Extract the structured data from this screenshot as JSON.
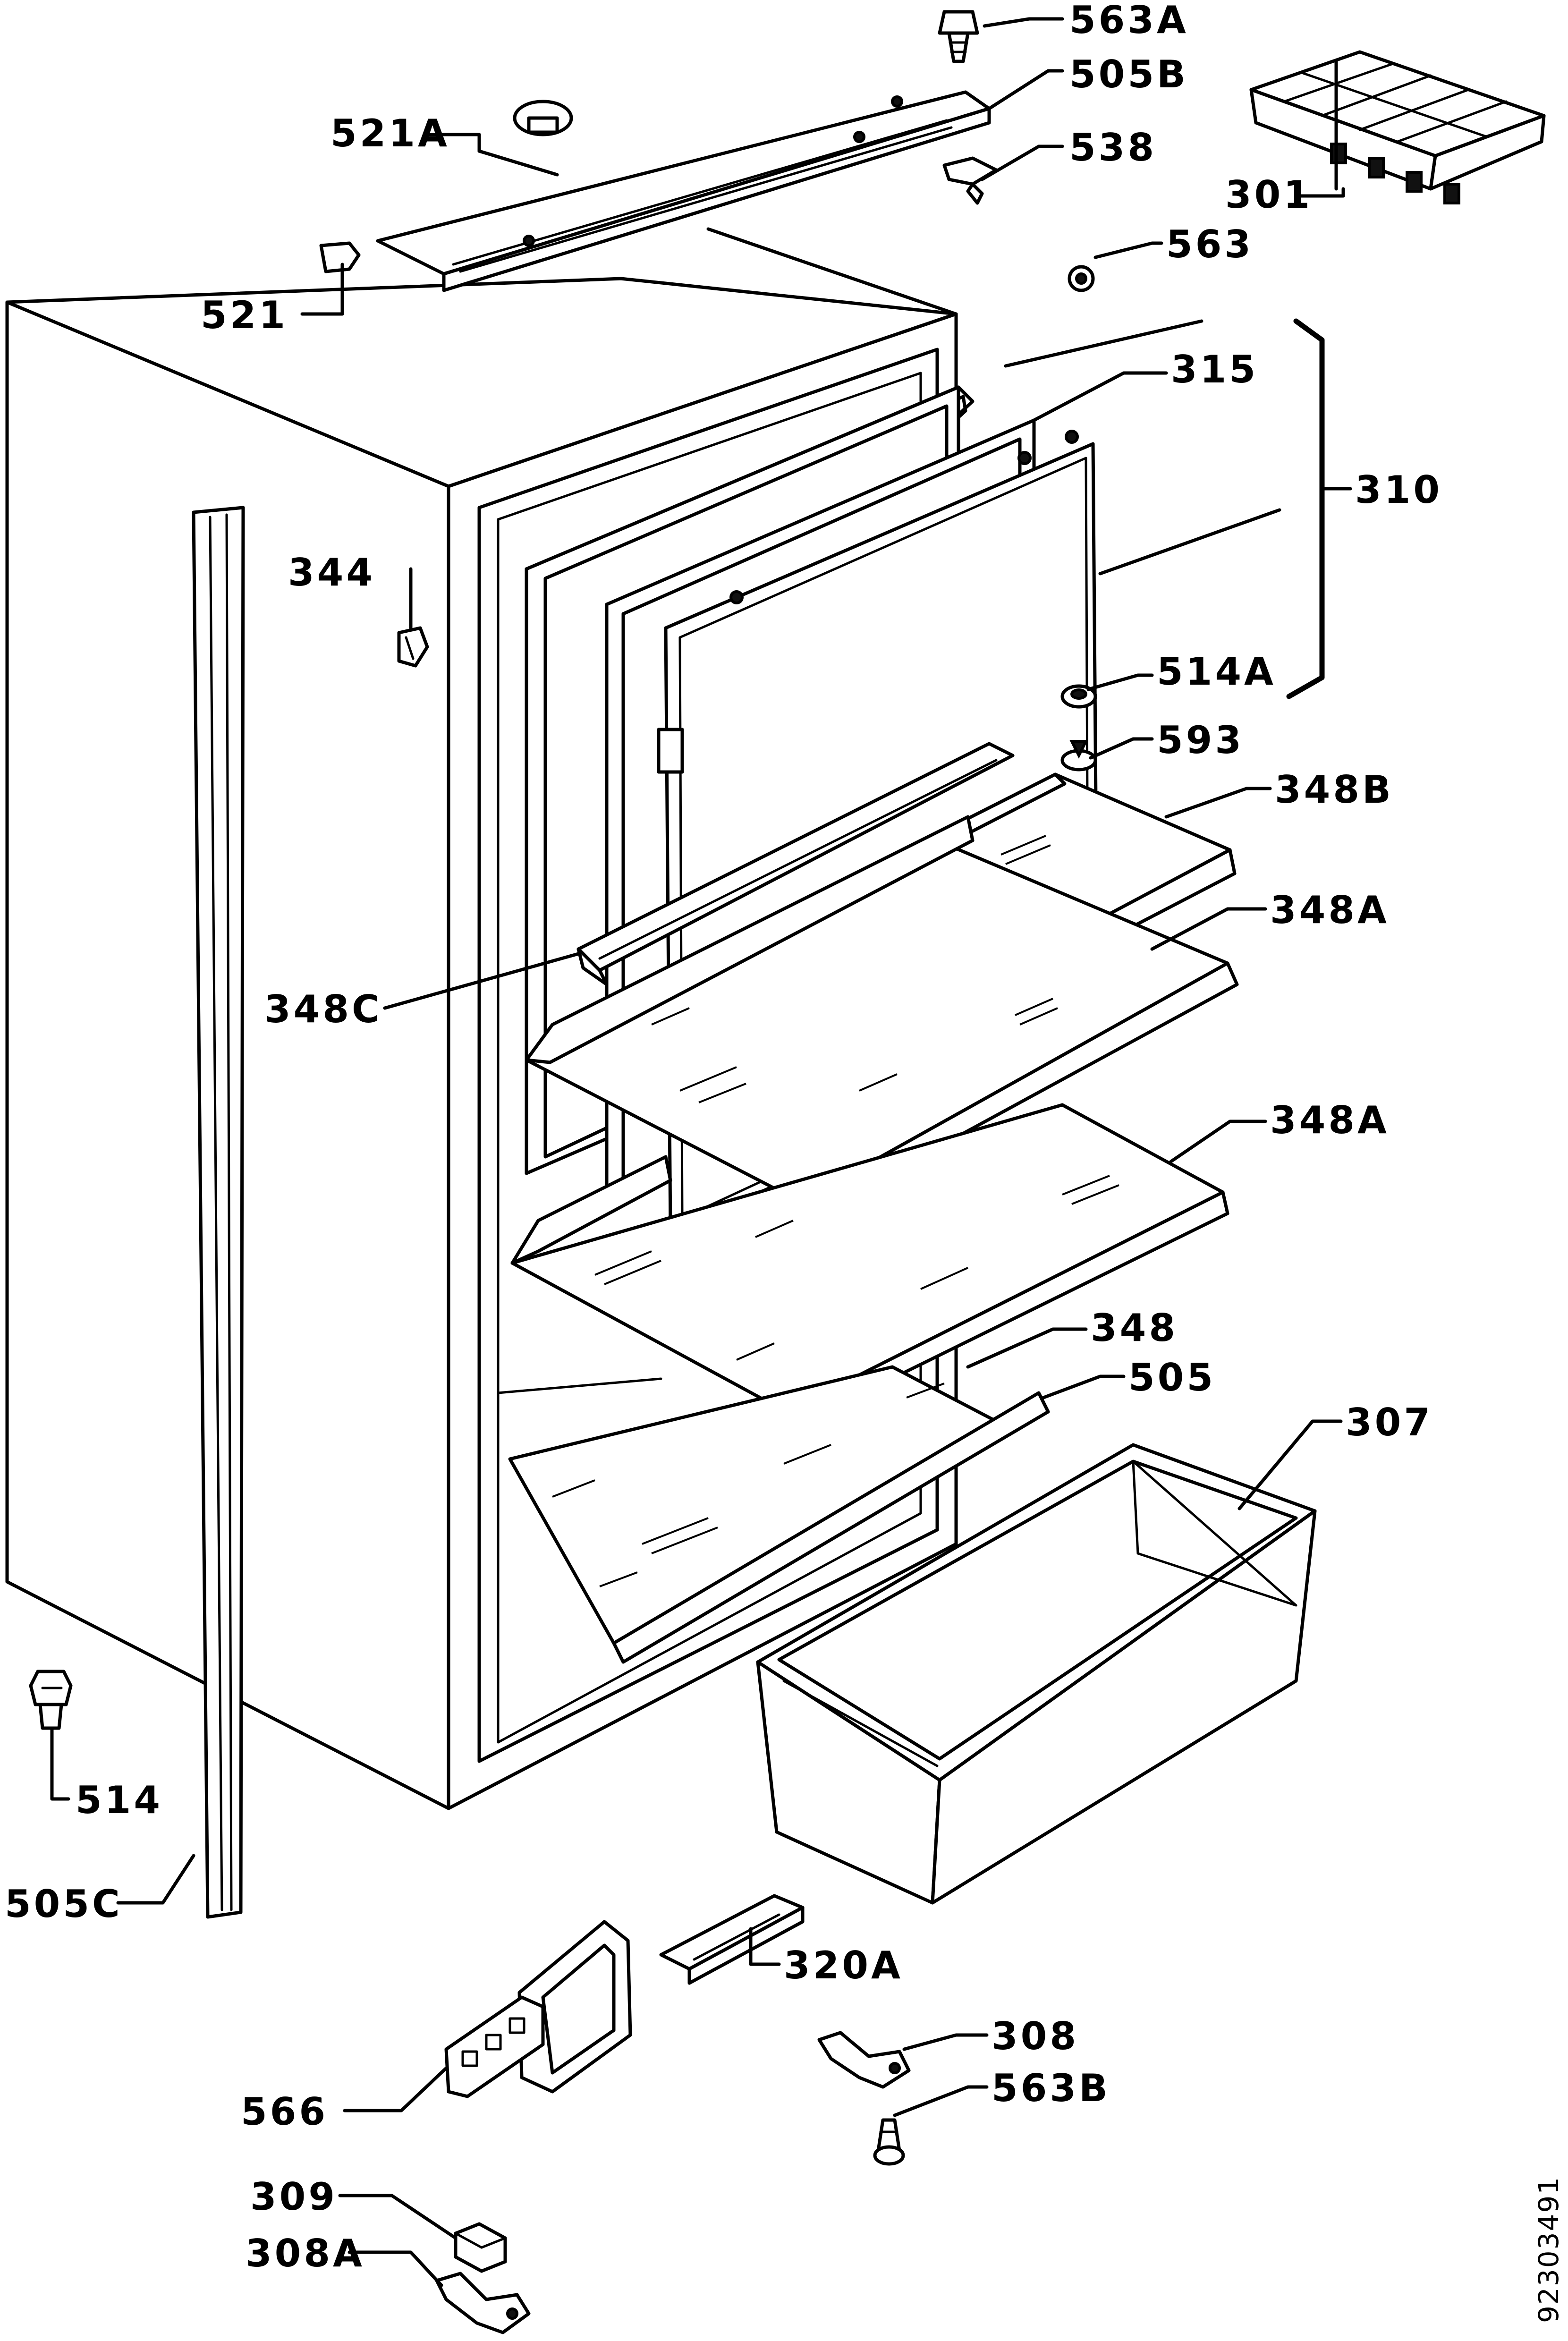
{
  "diagram": {
    "document_number": "92303491",
    "callouts": [
      {
        "id": "563A",
        "text": "563A"
      },
      {
        "id": "505B",
        "text": "505B"
      },
      {
        "id": "521A",
        "text": "521A"
      },
      {
        "id": "538",
        "text": "538"
      },
      {
        "id": "301",
        "text": "301"
      },
      {
        "id": "563",
        "text": "563"
      },
      {
        "id": "521",
        "text": "521"
      },
      {
        "id": "315",
        "text": "315"
      },
      {
        "id": "310",
        "text": "310"
      },
      {
        "id": "344",
        "text": "344"
      },
      {
        "id": "514A",
        "text": "514A"
      },
      {
        "id": "593",
        "text": "593"
      },
      {
        "id": "348B",
        "text": "348B"
      },
      {
        "id": "348A_upper",
        "text": "348A"
      },
      {
        "id": "348C",
        "text": "348C"
      },
      {
        "id": "348A_lower",
        "text": "348A"
      },
      {
        "id": "348",
        "text": "348"
      },
      {
        "id": "505",
        "text": "505"
      },
      {
        "id": "307",
        "text": "307"
      },
      {
        "id": "514",
        "text": "514"
      },
      {
        "id": "505C",
        "text": "505C"
      },
      {
        "id": "320A",
        "text": "320A"
      },
      {
        "id": "308",
        "text": "308"
      },
      {
        "id": "566",
        "text": "566"
      },
      {
        "id": "563B",
        "text": "563B"
      },
      {
        "id": "309",
        "text": "309"
      },
      {
        "id": "308A",
        "text": "308A"
      }
    ]
  }
}
